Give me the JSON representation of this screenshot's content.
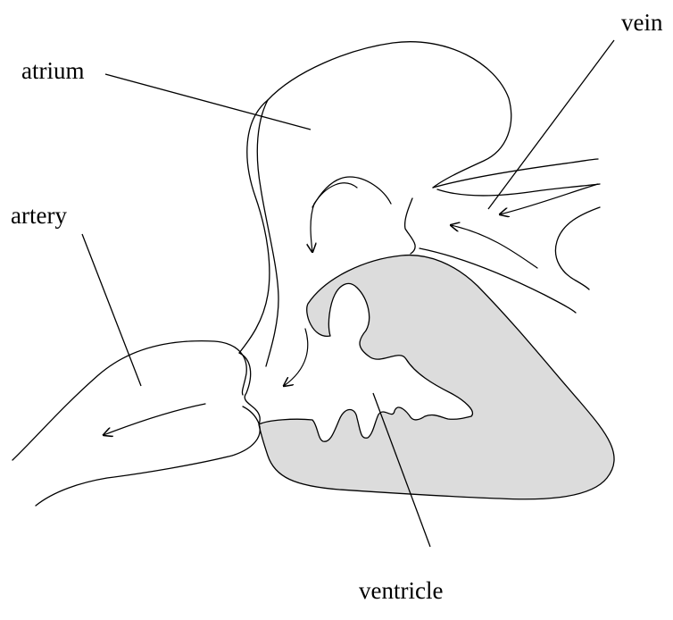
{
  "labels": {
    "atrium": "atrium",
    "vein": "vein",
    "artery": "artery",
    "ventricle": "ventricle"
  },
  "colors": {
    "ventricle_fill": "#dcdcdc",
    "line": "#000000"
  }
}
